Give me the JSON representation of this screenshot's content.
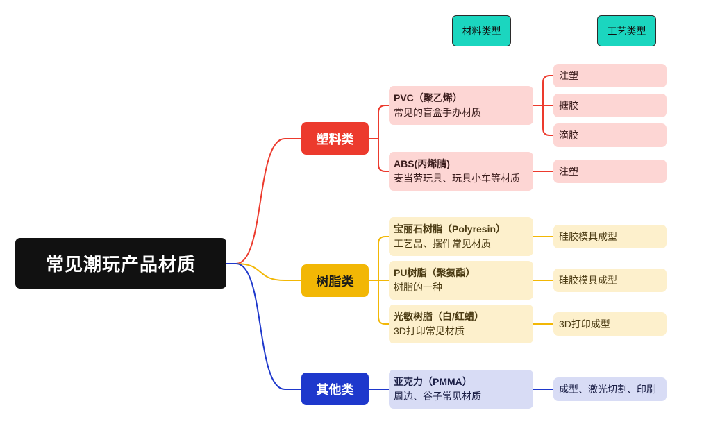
{
  "headers": {
    "material_type": "材料类型",
    "process_type": "工艺类型",
    "color": "#1bd6bf"
  },
  "root": {
    "label": "常见潮玩产品材质",
    "color": "#111111"
  },
  "branches": [
    {
      "label": "塑料类",
      "color": "#ec3a2d",
      "label_color": "#ffffff",
      "light_color": "#fdd6d4",
      "text_color": "#3a1c1c",
      "materials": [
        {
          "title": "PVC（聚乙烯）",
          "desc": "常见的盲盒手办材质",
          "processes": [
            "注塑",
            "搪胶",
            "滴胶"
          ]
        },
        {
          "title": "ABS(丙烯腈)",
          "desc": "麦当劳玩具、玩具小车等材质",
          "processes": [
            "注塑"
          ]
        }
      ]
    },
    {
      "label": "树脂类",
      "color": "#f2b705",
      "label_color": "#1a1a1a",
      "light_color": "#fdf0cc",
      "text_color": "#4a3a12",
      "materials": [
        {
          "title": "宝丽石树脂（Polyresin）",
          "desc": "工艺品、摆件常见材质",
          "processes": [
            "硅胶模具成型"
          ]
        },
        {
          "title": "PU树脂（聚氨酯）",
          "desc": "树脂的一种",
          "processes": [
            "硅胶模具成型"
          ]
        },
        {
          "title": "光敏树脂（白/红蜡）",
          "desc": "3D打印常见材质",
          "processes": [
            "3D打印成型"
          ]
        }
      ]
    },
    {
      "label": "其他类",
      "color": "#1e38cc",
      "label_color": "#ffffff",
      "light_color": "#d8dcf5",
      "text_color": "#1b1f46",
      "materials": [
        {
          "title": "亚克力（PMMA）",
          "desc": "周边、谷子常见材质",
          "processes": [
            "成型、激光切割、印刷"
          ]
        }
      ]
    }
  ]
}
